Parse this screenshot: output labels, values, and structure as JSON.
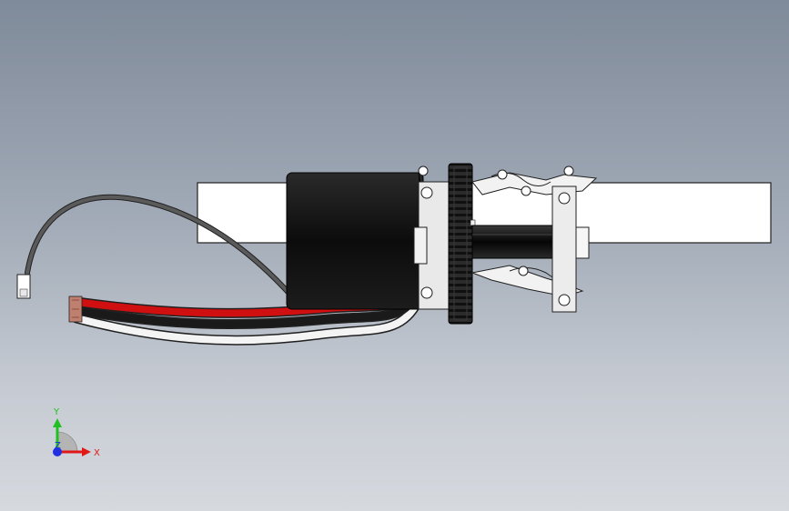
{
  "viewport": {
    "background_top": "#7f8a9a",
    "background_bottom": "#d6d9de"
  },
  "model": {
    "motor_color": "#111111",
    "frame_color": "#ffffff",
    "gear_color": "#1a1a1a",
    "wire_red": "#d01010",
    "wire_black": "#1a1a1a",
    "wire_white": "#f4f4f4",
    "sensor_cable": "#444444"
  },
  "triad": {
    "x_label": "X",
    "y_label": "Y",
    "z_label": "Z",
    "x_color": "#e01818",
    "y_color": "#20c020",
    "z_color": "#2030e0"
  }
}
